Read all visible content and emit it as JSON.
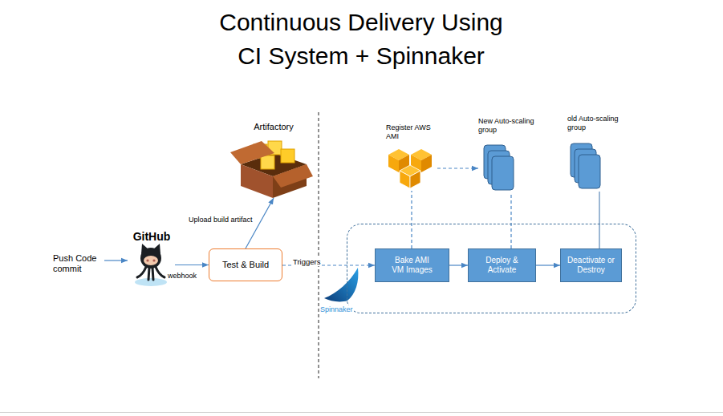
{
  "diagram": {
    "title": "Continuous Delivery Using CI System + Spinnaker",
    "nodes": [
      {
        "text": [
          "GitHub"
        ]
      },
      {
        "text": [
          "Artifactory"
        ]
      },
      {
        "text": [
          "Test & Build"
        ]
      },
      {
        "text": [
          "Spinnaker"
        ]
      },
      {
        "text": [
          "Bake AMI VM Images"
        ],
        "in": 3
      },
      {
        "text": [
          "Deploy & Activate"
        ],
        "in": 3
      },
      {
        "text": [
          "Deactivate or Destroy"
        ],
        "in": 3
      },
      {
        "text": [
          "Register AWS AMI"
        ]
      },
      {
        "text": [
          "New Auto-scaling group"
        ]
      },
      {
        "text": [
          "old Auto-scaling group"
        ]
      }
    ],
    "edges": [
      {
        "from": 0,
        "to": 2,
        "label": "webhook",
        "arrow": "to"
      },
      {
        "from": 2,
        "to": 1,
        "label": "Upload build artifact",
        "arrow": "to"
      },
      {
        "from": 2,
        "to": 4,
        "label": "Triggers",
        "arrow": "to"
      },
      {
        "from": 4,
        "to": 5,
        "arrow": "to"
      },
      {
        "from": 5,
        "to": 6,
        "arrow": "to"
      },
      {
        "from": 4,
        "to": 7,
        "arrow": "none"
      },
      {
        "from": 7,
        "to": 8,
        "arrow": "to"
      },
      {
        "from": 5,
        "to": 8,
        "arrow": "none"
      },
      {
        "from": 6,
        "to": 9,
        "arrow": "none"
      }
    ],
    "labels": [
      "Push Code commit"
    ]
  }
}
